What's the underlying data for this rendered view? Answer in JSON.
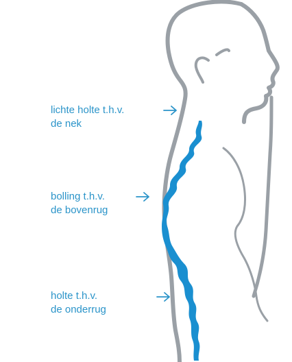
{
  "colors": {
    "background": "#ffffff",
    "body_outline": "#9aa0a6",
    "spine": "#1a8fd0",
    "label_text": "#2b94c9",
    "arrow": "#2b94c9"
  },
  "labels": [
    {
      "line1": "lichte holte t.h.v.",
      "line2": "de nek"
    },
    {
      "line1": "bolling t.h.v.",
      "line2": "de bovenrug"
    },
    {
      "line1": "holte t.h.v.",
      "line2": "de onderrug"
    }
  ],
  "icons": [
    "arrow-right-icon",
    "arrow-right-icon",
    "arrow-right-icon"
  ]
}
